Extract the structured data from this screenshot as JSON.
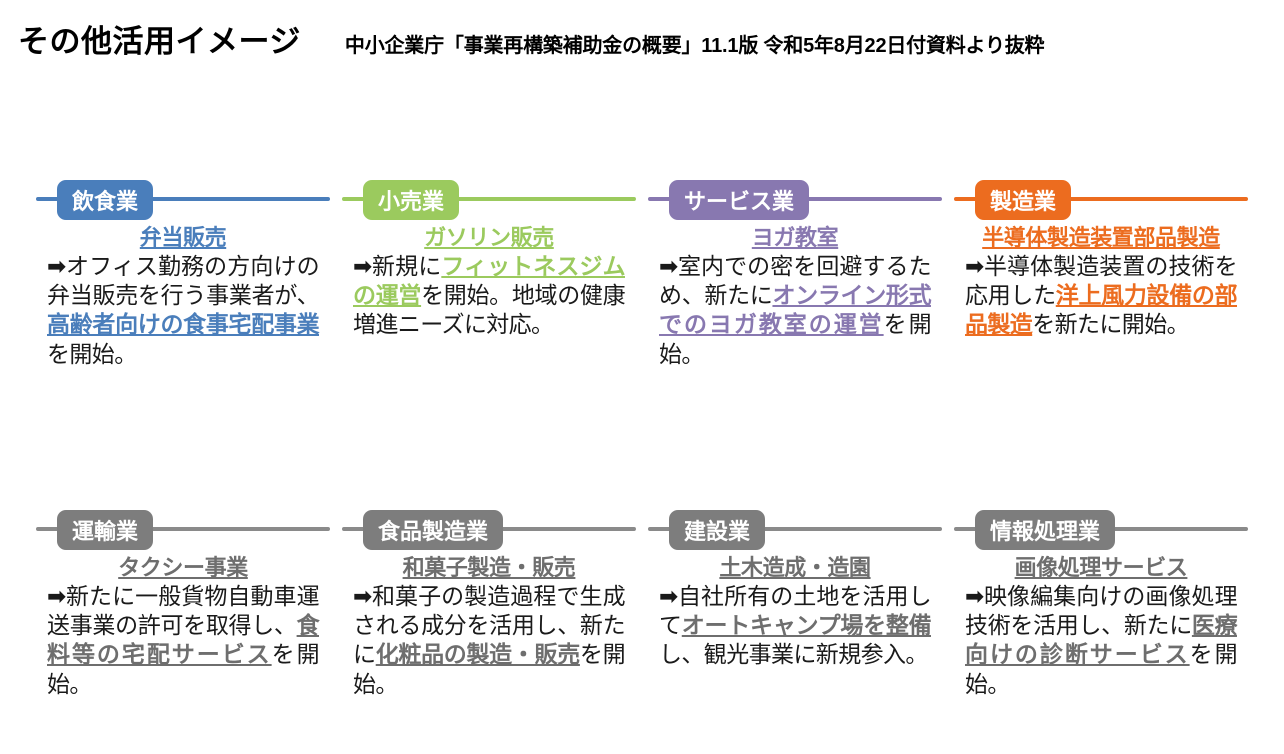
{
  "header": {
    "title": "その他活用イメージ",
    "subtitle": "中小企業庁「事業再構築補助金の概要」11.1版 令和5年8月22日付資料より抜粋"
  },
  "colors": {
    "blue": "#4a7ebb",
    "green": "#9bca5e",
    "purple": "#8878b0",
    "orange": "#ec6c1f",
    "gray": "#7d7d7d",
    "text": "#1a1a1a",
    "background": "#ffffff"
  },
  "arrow_glyph": "➡",
  "cards": [
    {
      "badge": "飲食業",
      "theme": "blue",
      "accent": "#4a7ebb",
      "heading": "弁当販売",
      "body_segments": [
        {
          "text": "➡",
          "emphasis": false,
          "arrow": true
        },
        {
          "text": "オフィス勤務の方向けの弁当販売を行う事業者が、",
          "emphasis": false
        },
        {
          "text": "高齢者向けの食事宅配事業",
          "emphasis": true
        },
        {
          "text": "を開始。",
          "emphasis": false
        }
      ],
      "body_plain": "➡オフィス勤務の方向けの弁当販売を行う事業者が、高齢者向けの食事宅配事業を開始。"
    },
    {
      "badge": "小売業",
      "theme": "green",
      "accent": "#9bca5e",
      "heading": "ガソリン販売",
      "body_segments": [
        {
          "text": "➡",
          "emphasis": false,
          "arrow": true
        },
        {
          "text": "新規に",
          "emphasis": false
        },
        {
          "text": "フィットネスジムの運営",
          "emphasis": true
        },
        {
          "text": "を開始。地域の健康増進ニーズに対応。",
          "emphasis": false
        }
      ],
      "body_plain": "➡新規にフィットネスジムの運営を開始。地域の健康増進ニーズに対応。"
    },
    {
      "badge": "サービス業",
      "theme": "purple",
      "accent": "#8878b0",
      "heading": "ヨガ教室",
      "body_segments": [
        {
          "text": "➡",
          "emphasis": false,
          "arrow": true
        },
        {
          "text": "室内での密を回避するため、新たに",
          "emphasis": false
        },
        {
          "text": "オンライン形式でのヨガ教室の運営",
          "emphasis": true
        },
        {
          "text": "を開始。",
          "emphasis": false
        }
      ],
      "body_plain": "➡室内での密を回避するため、新たにオンライン形式でのヨガ教室の運営を開始。"
    },
    {
      "badge": "製造業",
      "theme": "orange",
      "accent": "#ec6c1f",
      "heading": "半導体製造装置部品製造",
      "body_segments": [
        {
          "text": "➡",
          "emphasis": false,
          "arrow": true
        },
        {
          "text": "半導体製造装置の技術を応用した",
          "emphasis": false
        },
        {
          "text": "洋上風力設備の部品製造",
          "emphasis": true
        },
        {
          "text": "を新たに開始。",
          "emphasis": false
        }
      ],
      "body_plain": "➡半導体製造装置の技術を応用した洋上風力設備の部品製造を新たに開始。"
    },
    {
      "badge": "運輸業",
      "theme": "gray",
      "accent": "#7d7d7d",
      "heading": "タクシー事業",
      "body_segments": [
        {
          "text": "➡",
          "emphasis": false,
          "arrow": true
        },
        {
          "text": "新たに一般貨物自動車運送事業の許可を取得し、",
          "emphasis": false
        },
        {
          "text": "食料等の宅配サービス",
          "emphasis": true
        },
        {
          "text": "を開始。",
          "emphasis": false
        }
      ],
      "body_plain": "➡新たに一般貨物自動車運送事業の許可を取得し、食料等の宅配サービスを開始。"
    },
    {
      "badge": "食品製造業",
      "theme": "gray",
      "accent": "#7d7d7d",
      "heading": "和菓子製造・販売",
      "body_segments": [
        {
          "text": "➡",
          "emphasis": false,
          "arrow": true
        },
        {
          "text": "和菓子の製造過程で生成される成分を活用し、新たに",
          "emphasis": false
        },
        {
          "text": "化粧品の製造・販売",
          "emphasis": true
        },
        {
          "text": "を開始。",
          "emphasis": false
        }
      ],
      "body_plain": "➡和菓子の製造過程で生成される成分を活用し、新たに化粧品の製造・販売を開始。"
    },
    {
      "badge": "建設業",
      "theme": "gray",
      "accent": "#7d7d7d",
      "heading": "土木造成・造園",
      "body_segments": [
        {
          "text": "➡",
          "emphasis": false,
          "arrow": true
        },
        {
          "text": "自社所有の土地を活用して",
          "emphasis": false
        },
        {
          "text": "オートキャンプ場を整備",
          "emphasis": true
        },
        {
          "text": "し、観光事業に新規参入。",
          "emphasis": false
        }
      ],
      "body_plain": "➡自社所有の土地を活用してオートキャンプ場を整備し、観光事業に新規参入。"
    },
    {
      "badge": "情報処理業",
      "theme": "gray",
      "accent": "#7d7d7d",
      "heading": "画像処理サービス",
      "body_segments": [
        {
          "text": "➡",
          "emphasis": false,
          "arrow": true
        },
        {
          "text": "映像編集向けの画像処理技術を活用し、新たに",
          "emphasis": false
        },
        {
          "text": "医療向けの診断サービス",
          "emphasis": true
        },
        {
          "text": "を開始。",
          "emphasis": false
        }
      ],
      "body_plain": "➡映像編集向けの画像処理技術を活用し、新たに医療向けの診断サービスを開始。"
    }
  ]
}
